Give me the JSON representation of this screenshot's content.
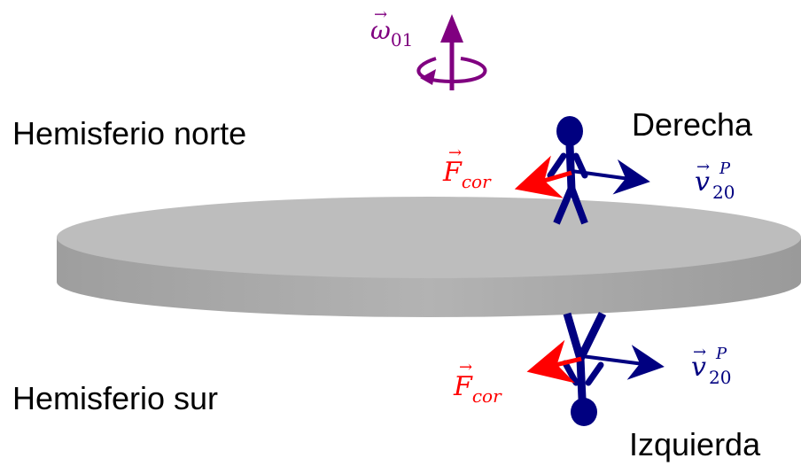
{
  "labels": {
    "north": "Hemisferio norte",
    "south": "Hemisferio sur",
    "right": "Derecha",
    "left": "Izquierda"
  },
  "omega": {
    "symbol": "ω",
    "sub": "01",
    "color": "#800080"
  },
  "force": {
    "symbol": "F",
    "sub": "cor",
    "color": "#ff0000"
  },
  "velocity": {
    "symbol": "v",
    "sub": "20",
    "sup": "P",
    "color": "#000080"
  },
  "colors": {
    "disk_top": "#bdbdbd",
    "disk_side": "#a9a9a9",
    "person": "#000080"
  }
}
